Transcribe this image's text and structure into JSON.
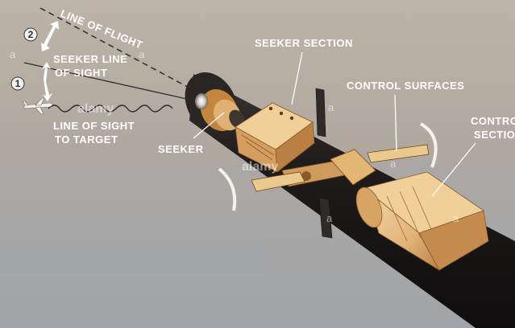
{
  "labels": {
    "line_of_flight": "LINE OF FLIGHT",
    "seeker_line_of_sight_1": "SEEKER LINE",
    "seeker_line_of_sight_2": "OF SIGHT",
    "line_of_sight_to_target_1": "LINE OF SIGHT",
    "line_of_sight_to_target_2": "TO TARGET",
    "seeker": "SEEKER",
    "seeker_section": "SEEKER SECTION",
    "control_surfaces": "CONTROL SURFACES",
    "control_section_1": "CONTROL",
    "control_section_2": "SECTION"
  },
  "markers": {
    "angle_1": "1",
    "angle_2": "2"
  },
  "watermark": {
    "brand": "alamy",
    "letter": "a"
  },
  "colors": {
    "label_text": "#ffffff",
    "missile_body": "#1c1a1a",
    "section_cream": "#e8c38c",
    "section_shade": "#c9955a",
    "background": "#b3aba3"
  }
}
